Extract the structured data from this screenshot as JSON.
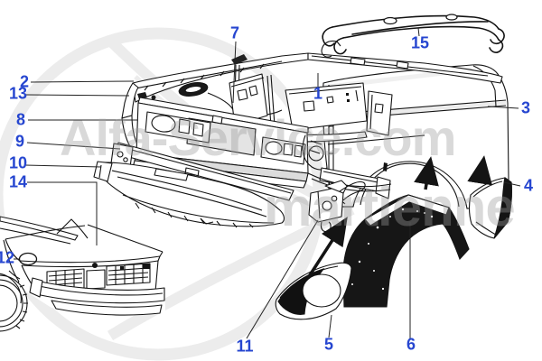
{
  "diagram": {
    "watermark": {
      "line1": "Alfa-Service.com",
      "line2": "martienne"
    },
    "colors": {
      "callout_blue": "#2646d0",
      "line_ink": "#141414",
      "watermark_gray": "#c9c9c9",
      "shade_gray": "#ececec"
    },
    "callouts": [
      {
        "label": "1"
      },
      {
        "label": "2"
      },
      {
        "label": "3"
      },
      {
        "label": "4"
      },
      {
        "label": "5"
      },
      {
        "label": "6"
      },
      {
        "label": "7"
      },
      {
        "label": "8"
      },
      {
        "label": "9"
      },
      {
        "label": "10"
      },
      {
        "label": "11"
      },
      {
        "label": "12"
      },
      {
        "label": "13"
      },
      {
        "label": "14"
      },
      {
        "label": "15"
      }
    ]
  }
}
